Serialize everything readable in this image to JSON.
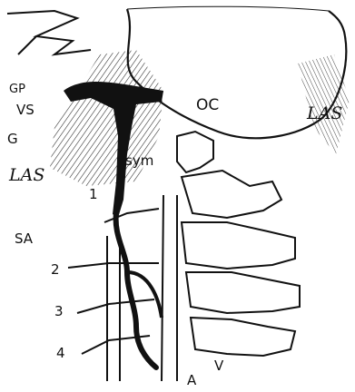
{
  "labels": {
    "gp": "GP",
    "vs": "VS",
    "g": "G",
    "oc": "OC",
    "las_right": "LAS",
    "las_left": "LAS",
    "sym": "sym",
    "n1": "1",
    "sa": "SA",
    "n2": "2",
    "n3": "3",
    "n4": "4",
    "a": "A",
    "v": "V"
  },
  "colors": {
    "ink": "#111111",
    "paper": "#ffffff"
  }
}
